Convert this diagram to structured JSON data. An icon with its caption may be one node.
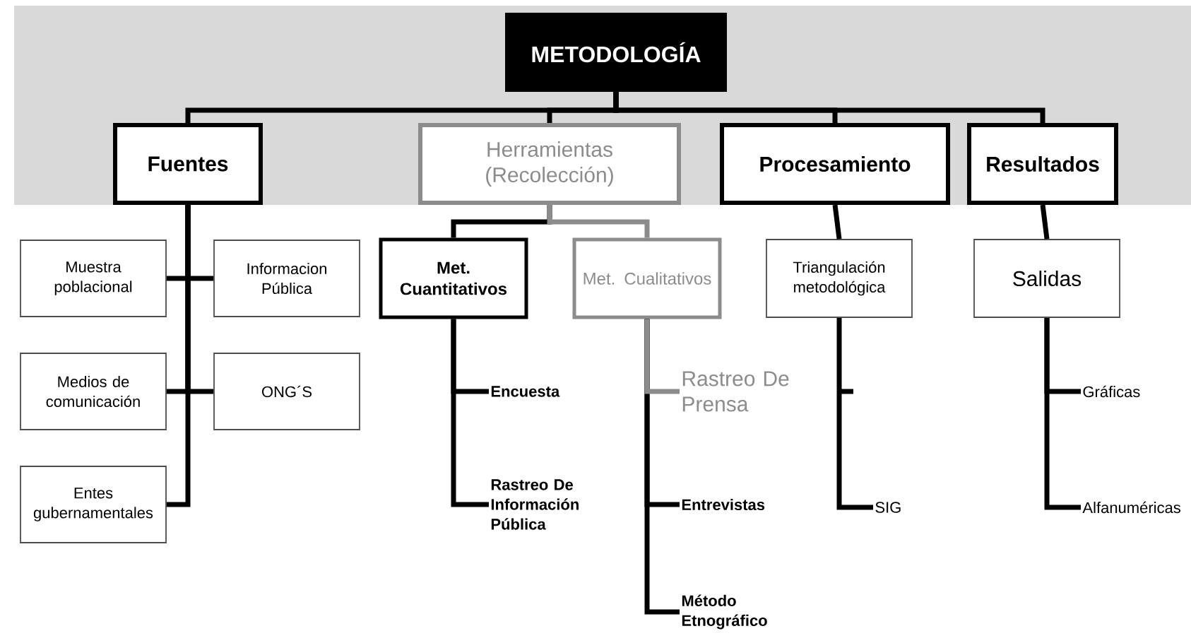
{
  "diagram": {
    "nodes": [
      {
        "text": [
          "METODOLOGÍA"
        ]
      },
      {
        "text": [
          "Fuentes"
        ]
      },
      {
        "text": [
          "Herramientas (Recolección)"
        ]
      },
      {
        "text": [
          "Procesamiento"
        ]
      },
      {
        "text": [
          "Resultados"
        ]
      },
      {
        "text": [
          "Muestra poblacional"
        ]
      },
      {
        "text": [
          "Informacion Pública"
        ]
      },
      {
        "text": [
          "Medios de comunicación"
        ]
      },
      {
        "text": [
          "ONG´S"
        ]
      },
      {
        "text": [
          "Entes gubernamentales"
        ]
      },
      {
        "text": [
          "Met. Cuantitativos"
        ]
      },
      {
        "text": [
          "Met. Cualitativos"
        ]
      },
      {
        "text": [
          "Triangulación metodológica"
        ]
      },
      {
        "text": [
          "Salidas"
        ]
      },
      {
        "text": [
          "Encuesta"
        ]
      },
      {
        "text": [
          "Rastreo De Información Pública"
        ]
      },
      {
        "text": [
          "Rastreo De Prensa"
        ]
      },
      {
        "text": [
          "Entrevistas"
        ]
      },
      {
        "text": [
          "Método Etnográfico"
        ]
      },
      {
        "text": [
          "SIG"
        ]
      },
      {
        "text": [
          "Gráficas"
        ]
      },
      {
        "text": [
          "Alfanuméricas"
        ]
      }
    ],
    "edges": [
      {
        "from": 0,
        "to": 1,
        "arrow": "none"
      },
      {
        "from": 0,
        "to": 2,
        "arrow": "none"
      },
      {
        "from": 0,
        "to": 3,
        "arrow": "none"
      },
      {
        "from": 0,
        "to": 4,
        "arrow": "none"
      },
      {
        "from": 1,
        "to": 5,
        "arrow": "none"
      },
      {
        "from": 1,
        "to": 6,
        "arrow": "none"
      },
      {
        "from": 1,
        "to": 7,
        "arrow": "none"
      },
      {
        "from": 1,
        "to": 8,
        "arrow": "none"
      },
      {
        "from": 1,
        "to": 9,
        "arrow": "none"
      },
      {
        "from": 2,
        "to": 10,
        "arrow": "none"
      },
      {
        "from": 2,
        "to": 11,
        "arrow": "none",
        "color": "#8c8c8c"
      },
      {
        "from": 3,
        "to": 12,
        "arrow": "none"
      },
      {
        "from": 4,
        "to": 13,
        "arrow": "none"
      },
      {
        "from": 10,
        "to": 14,
        "arrow": "none"
      },
      {
        "from": 10,
        "to": 15,
        "arrow": "none"
      },
      {
        "from": 11,
        "to": 17,
        "arrow": "none"
      },
      {
        "from": 11,
        "to": 18,
        "arrow": "none"
      },
      {
        "from": 11,
        "to": 16,
        "arrow": "none",
        "color": "#8c8c8c"
      },
      {
        "from": 12,
        "to": 19,
        "arrow": "none"
      },
      {
        "from": 13,
        "to": 20,
        "arrow": "none"
      },
      {
        "from": 13,
        "to": 21,
        "arrow": "none"
      }
    ]
  }
}
